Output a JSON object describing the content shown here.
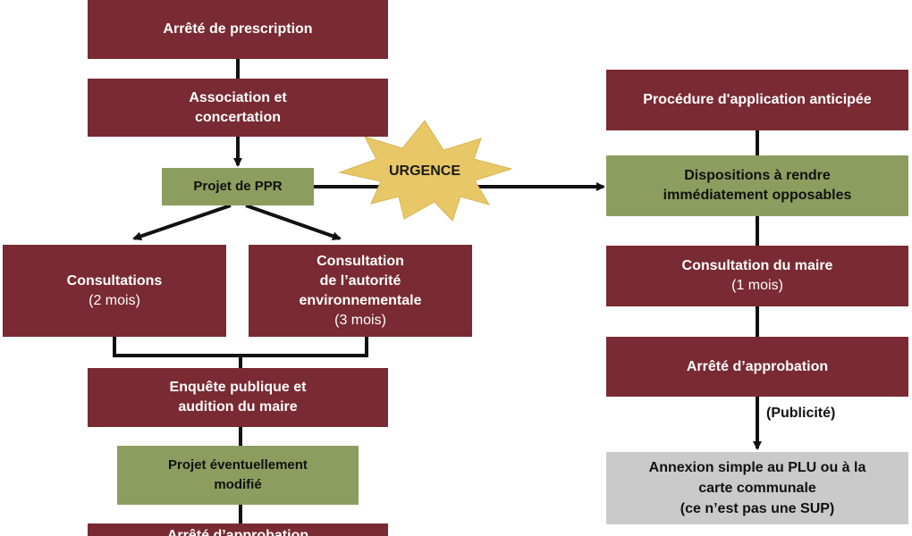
{
  "nodes": {
    "arrete_prescription": {
      "line1": "Arrêté de prescription"
    },
    "association": {
      "line1": "Association et",
      "line2": "concertation"
    },
    "projet_ppr": {
      "line1": "Projet de PPR"
    },
    "consultations": {
      "line1": "Consultations",
      "line2": "(2 mois)"
    },
    "consultation_autorite": {
      "line1": "Consultation",
      "line2": "de l’autorité",
      "line3": "environnementale",
      "line4": "(3 mois)"
    },
    "enquete": {
      "line1": "Enquête publique et",
      "line2": "audition du maire"
    },
    "projet_modifie": {
      "line1": "Projet éventuellement",
      "line2": "modifié"
    },
    "arrete_approbation_left": {
      "line1": "Arrêté d’approbation"
    },
    "procedure": {
      "line1": "Procédure d'application anticipée"
    },
    "dispositions": {
      "line1": "Dispositions à rendre",
      "line2": "immédiatement opposables"
    },
    "consultation_maire": {
      "line1": "Consultation du maire",
      "line2": "(1 mois)"
    },
    "arrete_approbation_right": {
      "line1": "Arrêté d’approbation"
    },
    "annexion": {
      "line1": "Annexion simple au PLU ou à la",
      "line2": "carte communale",
      "line3": "(ce n’est pas une SUP)"
    }
  },
  "urgence": {
    "label": "URGENCE"
  },
  "publicite": {
    "label": "(Publicité)"
  },
  "colors": {
    "maroon": "#792a32",
    "green": "#8d9d5f",
    "grey": "#cacaca",
    "star": "#e8c766"
  }
}
